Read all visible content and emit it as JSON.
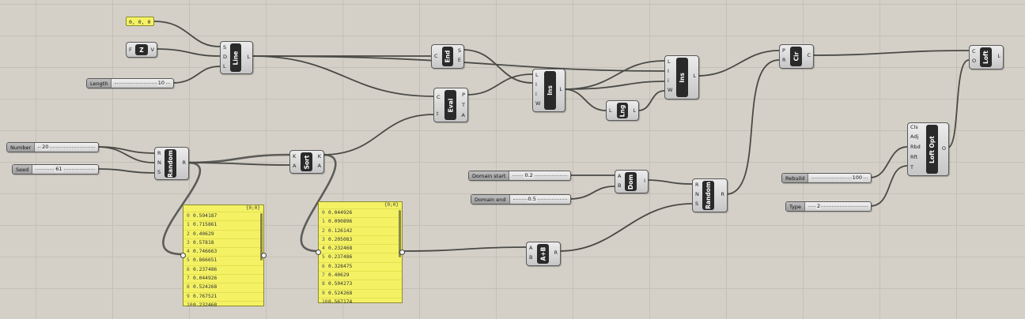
{
  "point_panel": {
    "text": "0, 0, 0"
  },
  "sliders": {
    "length": {
      "label": "Length",
      "value": "10"
    },
    "number": {
      "label": "Number",
      "value": "20"
    },
    "seed": {
      "label": "Seed",
      "value": "61"
    },
    "domain_start": {
      "label": "Domain start",
      "value": "0.2"
    },
    "domain_end": {
      "label": "Domain end",
      "value": "0.5"
    },
    "rebuild": {
      "label": "Rebuild",
      "value": "100"
    },
    "type": {
      "label": "Type",
      "value": "2"
    }
  },
  "components": {
    "unit_z": {
      "name": "Z",
      "inputs": [
        "F"
      ],
      "outputs": [
        "V"
      ]
    },
    "line": {
      "name": "Line",
      "inputs": [
        "S",
        "D",
        "L"
      ],
      "outputs": [
        "L"
      ]
    },
    "end": {
      "name": "End",
      "inputs": [
        "C"
      ],
      "outputs": [
        "S",
        "E"
      ]
    },
    "eval": {
      "name": "Eval",
      "inputs": [
        "C",
        "t"
      ],
      "outputs": [
        "P",
        "T",
        "A"
      ]
    },
    "ins1": {
      "name": "Ins",
      "inputs": [
        "L",
        "I",
        "i",
        "W"
      ],
      "outputs": [
        "L"
      ]
    },
    "lng": {
      "name": "Lng",
      "inputs": [
        "L"
      ],
      "outputs": [
        "L"
      ]
    },
    "ins2": {
      "name": "Ins",
      "inputs": [
        "L",
        "I",
        "i",
        "W"
      ],
      "outputs": [
        "L"
      ]
    },
    "cir": {
      "name": "Cir",
      "inputs": [
        "P",
        "R"
      ],
      "outputs": [
        "C"
      ]
    },
    "loft": {
      "name": "Loft",
      "inputs": [
        "C",
        "O"
      ],
      "outputs": [
        "L"
      ]
    },
    "loft_opt": {
      "name": "Loft Opt",
      "inputs": [
        "Cls",
        "Adj",
        "Rbd",
        "Rft",
        "T"
      ],
      "outputs": [
        "O"
      ]
    },
    "random1": {
      "name": "Random",
      "inputs": [
        "R",
        "N",
        "S"
      ],
      "outputs": [
        "R"
      ]
    },
    "sort": {
      "name": "Sort",
      "inputs": [
        "K",
        "A"
      ],
      "outputs": [
        "K",
        "A"
      ]
    },
    "dom": {
      "name": "Dom",
      "inputs": [
        "A",
        "B"
      ],
      "outputs": [
        "I"
      ]
    },
    "random2": {
      "name": "Random",
      "inputs": [
        "R",
        "N",
        "S"
      ],
      "outputs": [
        "R"
      ]
    },
    "aplusb": {
      "name": "A+B",
      "inputs": [
        "A",
        "B"
      ],
      "outputs": [
        "R"
      ]
    }
  },
  "panel1": {
    "title": "{0;0}",
    "rows": [
      {
        "i": "0",
        "v": "0.594187"
      },
      {
        "i": "1",
        "v": "0.715861"
      },
      {
        "i": "2",
        "v": "0.40629"
      },
      {
        "i": "3",
        "v": "0.57818"
      },
      {
        "i": "4",
        "v": "0.746663"
      },
      {
        "i": "5",
        "v": "0.866651"
      },
      {
        "i": "6",
        "v": "0.237486"
      },
      {
        "i": "7",
        "v": "0.044926"
      },
      {
        "i": "8",
        "v": "0.524268"
      },
      {
        "i": "9",
        "v": "0.767521"
      },
      {
        "i": "10",
        "v": "0.232468"
      }
    ]
  },
  "panel2": {
    "title": "{0;0}",
    "rows": [
      {
        "i": "0",
        "v": "0.044926"
      },
      {
        "i": "1",
        "v": "0.090896"
      },
      {
        "i": "2",
        "v": "0.126142"
      },
      {
        "i": "3",
        "v": "0.205083"
      },
      {
        "i": "4",
        "v": "0.232468"
      },
      {
        "i": "5",
        "v": "0.237486"
      },
      {
        "i": "6",
        "v": "0.328475"
      },
      {
        "i": "7",
        "v": "0.40629"
      },
      {
        "i": "8",
        "v": "0.504273"
      },
      {
        "i": "9",
        "v": "0.524268"
      },
      {
        "i": "10",
        "v": "0.567174"
      }
    ]
  },
  "colors": {
    "canvas": "#d4d0c8",
    "panel": "#f4f264",
    "component_core": "#2a2a2a"
  }
}
